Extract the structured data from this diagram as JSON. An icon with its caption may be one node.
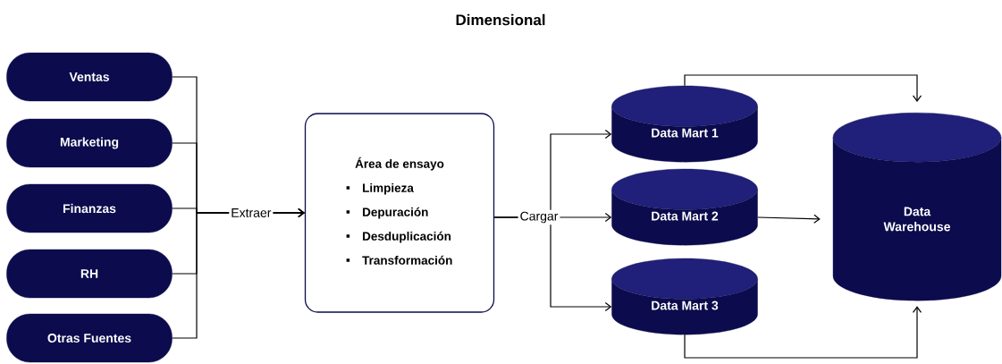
{
  "diagram": {
    "title": "Dimensional",
    "nodes": [
      {
        "text": [
          "Ventas"
        ]
      },
      {
        "text": [
          "Marketing"
        ]
      },
      {
        "text": [
          "Finanzas"
        ]
      },
      {
        "text": [
          "RH"
        ]
      },
      {
        "text": [
          "Otras Fuentes"
        ]
      },
      {
        "text": [
          "Área de ensayo",
          "Limpieza",
          "Depuración",
          "Desduplicación",
          "Transformación"
        ]
      },
      {
        "text": [
          "Data Mart 1"
        ]
      },
      {
        "text": [
          "Data Mart 2"
        ]
      },
      {
        "text": [
          "Data Mart 3"
        ]
      },
      {
        "text": [
          "Data Warehouse"
        ]
      }
    ],
    "edges": [
      {
        "from": 0,
        "to": 5,
        "arrow": "to"
      },
      {
        "from": 1,
        "to": 5,
        "arrow": "to"
      },
      {
        "from": 2,
        "to": 5,
        "arrow": "to",
        "label": "Extraer"
      },
      {
        "from": 3,
        "to": 5,
        "arrow": "to"
      },
      {
        "from": 4,
        "to": 5,
        "arrow": "to"
      },
      {
        "from": 5,
        "to": 6,
        "arrow": "to"
      },
      {
        "from": 5,
        "to": 7,
        "arrow": "to",
        "label": "Cargar"
      },
      {
        "from": 5,
        "to": 8,
        "arrow": "to"
      },
      {
        "from": 6,
        "to": 9,
        "arrow": "to"
      },
      {
        "from": 7,
        "to": 9,
        "arrow": "to"
      },
      {
        "from": 8,
        "to": 9,
        "arrow": "to"
      }
    ]
  }
}
